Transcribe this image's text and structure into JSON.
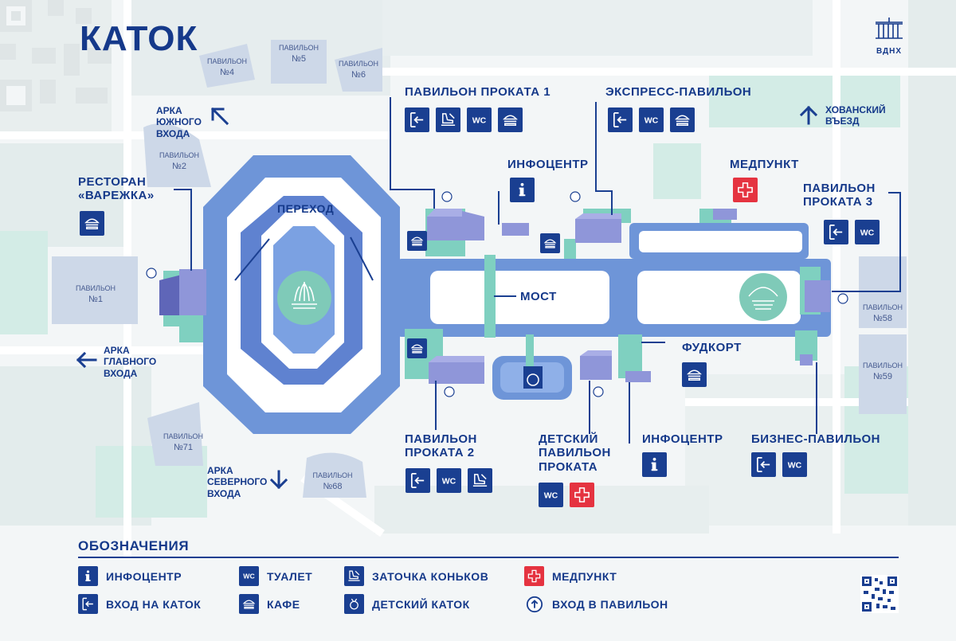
{
  "title": "КАТОК",
  "brand": "ВДНХ",
  "colors": {
    "navy": "#1a3f91",
    "ring": "#6e95d8",
    "teal": "#7fd0c0",
    "building": "#8f96d9",
    "red": "#e53340"
  },
  "labels": {
    "rental1": "ПАВИЛЬОН ПРОКАТА 1",
    "express": "ЭКСПРЕСС-ПАВИЛЬОН",
    "khovansky": [
      "ХОВАНСКИЙ",
      "ВЪЕЗД"
    ],
    "infocenter_top": "ИНФОЦЕНТР",
    "medpunkt": "МЕДПУНКТ",
    "rental3": [
      "ПАВИЛЬОН",
      "ПРОКАТА 3"
    ],
    "restaurant": [
      "РЕСТОРАН",
      "«ВАРЕЖКА»"
    ],
    "perekhod": "ПЕРЕХОД",
    "most": "МОСТ",
    "foodcourt": "ФУДКОРТ",
    "rental2": [
      "ПАВИЛЬОН",
      "ПРОКАТА 2"
    ],
    "kids": [
      "ДЕТСКИЙ",
      "ПАВИЛЬОН",
      "ПРОКАТА"
    ],
    "infocenter_bottom": "ИНФОЦЕНТР",
    "business": "БИЗНЕС-ПАВИЛЬОН",
    "south_arch": [
      "АРКА",
      "ЮЖНОГО",
      "ВХОДА"
    ],
    "main_arch": [
      "АРКА",
      "ГЛАВНОГО",
      "ВХОДА"
    ],
    "north_arch": [
      "АРКА",
      "СЕВЕРНОГО",
      "ВХОДА"
    ]
  },
  "pavilions": {
    "p4": [
      "ПАВИЛЬОН",
      "№4"
    ],
    "p5": [
      "ПАВИЛЬОН",
      "№5"
    ],
    "p6": [
      "ПАВИЛЬОН",
      "№6"
    ],
    "p2": [
      "ПАВИЛЬОН",
      "№2"
    ],
    "p1": [
      "ПАВИЛЬОН",
      "№1"
    ],
    "p71": [
      "ПАВИЛЬОН",
      "№71"
    ],
    "p68": [
      "ПАВИЛЬОН",
      "№68"
    ],
    "p58": [
      "ПАВИЛЬОН",
      "№58"
    ],
    "p59": [
      "ПАВИЛЬОН",
      "№59"
    ]
  },
  "legend": {
    "title": "ОБОЗНАЧЕНИЯ",
    "items": [
      {
        "icon": "info-icon",
        "label": "ИНФОЦЕНТР"
      },
      {
        "icon": "wc-icon",
        "label": "ТУАЛЕТ"
      },
      {
        "icon": "skate-sharpening-icon",
        "label": "ЗАТОЧКА КОНЬКОВ"
      },
      {
        "icon": "medical-cross-icon",
        "label": "МЕДПУНКТ"
      },
      {
        "icon": "rink-entrance-icon",
        "label": "ВХОД НА КАТОК"
      },
      {
        "icon": "cafe-icon",
        "label": "КАФЕ"
      },
      {
        "icon": "kids-rink-icon",
        "label": "ДЕТСКИЙ КАТОК"
      },
      {
        "icon": "pavilion-entrance-icon",
        "label": "ВХОД В ПАВИЛЬОН"
      }
    ]
  },
  "icons": {
    "wc_text": "WC"
  }
}
